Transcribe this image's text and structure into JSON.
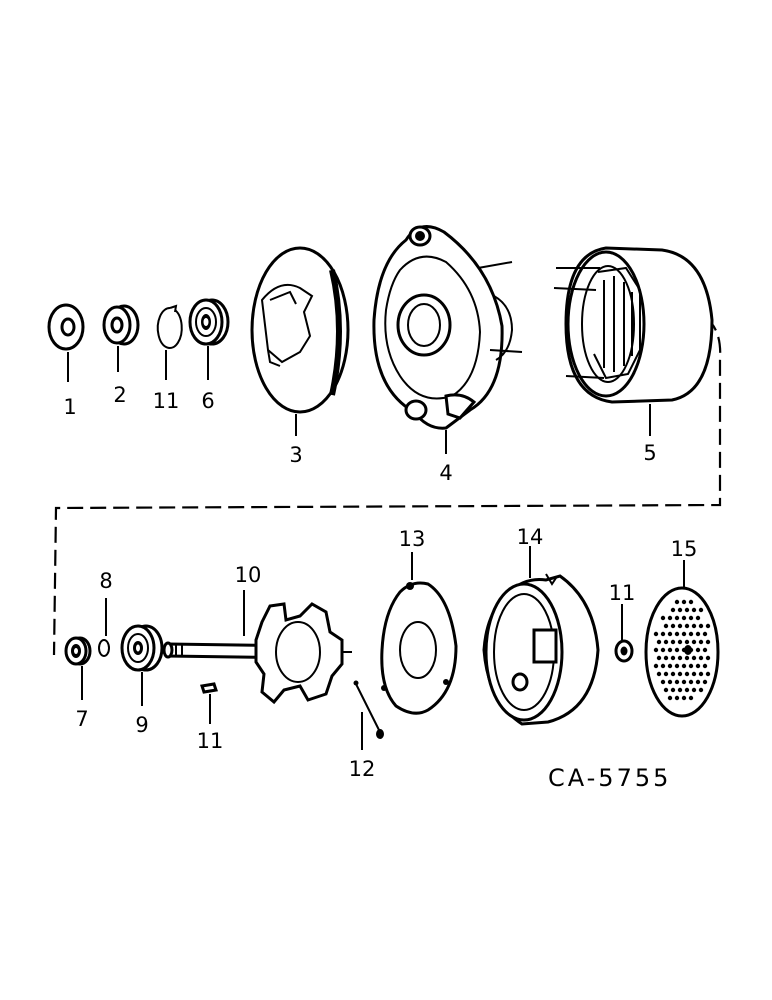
{
  "diagram": {
    "code": "CA-5755",
    "callouts": [
      {
        "id": "c1",
        "text": "1"
      },
      {
        "id": "c2",
        "text": "2"
      },
      {
        "id": "c11a",
        "text": "11"
      },
      {
        "id": "c6",
        "text": "6"
      },
      {
        "id": "c3",
        "text": "3"
      },
      {
        "id": "c4",
        "text": "4"
      },
      {
        "id": "c5",
        "text": "5"
      },
      {
        "id": "c8",
        "text": "8"
      },
      {
        "id": "c7",
        "text": "7"
      },
      {
        "id": "c9",
        "text": "9"
      },
      {
        "id": "c10",
        "text": "10"
      },
      {
        "id": "c11b",
        "text": "11"
      },
      {
        "id": "c12",
        "text": "12"
      },
      {
        "id": "c13",
        "text": "13"
      },
      {
        "id": "c14",
        "text": "14"
      },
      {
        "id": "c11c",
        "text": "11"
      },
      {
        "id": "c15",
        "text": "15"
      }
    ]
  }
}
